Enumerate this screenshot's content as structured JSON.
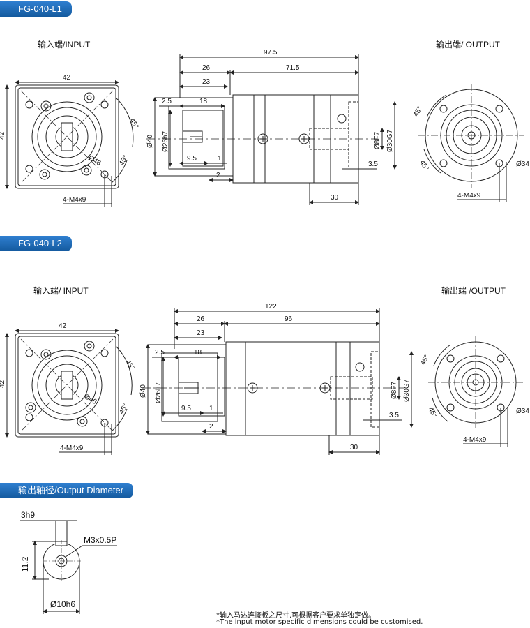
{
  "sections": {
    "l1": {
      "title": "FG-040-L1",
      "input_label": "输入端/INPUT",
      "output_label": "输出端/ OUTPUT"
    },
    "l2": {
      "title": "FG-040-L2",
      "input_label": "输入端/ INPUT",
      "output_label": "输出端 /OUTPUT"
    },
    "shaft": {
      "title": "输出轴径/Output Diameter"
    }
  },
  "dims": {
    "l1": {
      "overall": "97.5",
      "left_seg": "26",
      "right_seg": "71.5",
      "d23": "23",
      "d25": "2.5",
      "d18": "18",
      "d95": "9.5",
      "d1": "1",
      "d2": "2",
      "d30": "30",
      "d35": "3.5",
      "bore_outer": "Ø40",
      "bore_26": "Ø26h7",
      "bore_8": "Ø8F7",
      "bore_30": "Ø30G7"
    },
    "l2": {
      "overall": "122",
      "left_seg": "26",
      "right_seg": "96",
      "d23": "23",
      "d25": "2.5",
      "d18": "18",
      "d95": "9.5",
      "d1": "1",
      "d2": "2",
      "d30": "30",
      "d35": "3.5",
      "bore_outer": "Ø40",
      "bore_26": "Ø26h7",
      "bore_8": "Ø8F7",
      "bore_30": "Ø30G7"
    },
    "input": {
      "width": "42",
      "height": "42",
      "angle": "45°",
      "pcd": "Ø46",
      "holes": "4-M4x9"
    },
    "output": {
      "angle": "45°",
      "pcd": "Ø34",
      "holes": "4-M4x9"
    },
    "shaft": {
      "key": "3h9",
      "height": "11.2",
      "thread": "M3x0.5P",
      "diameter": "Ø10h6"
    }
  },
  "notes": {
    "cn": "*输入马达连接板之尺寸,可根据客户要求单独定做。",
    "en": "*The input motor specific dimensions could be customised."
  }
}
